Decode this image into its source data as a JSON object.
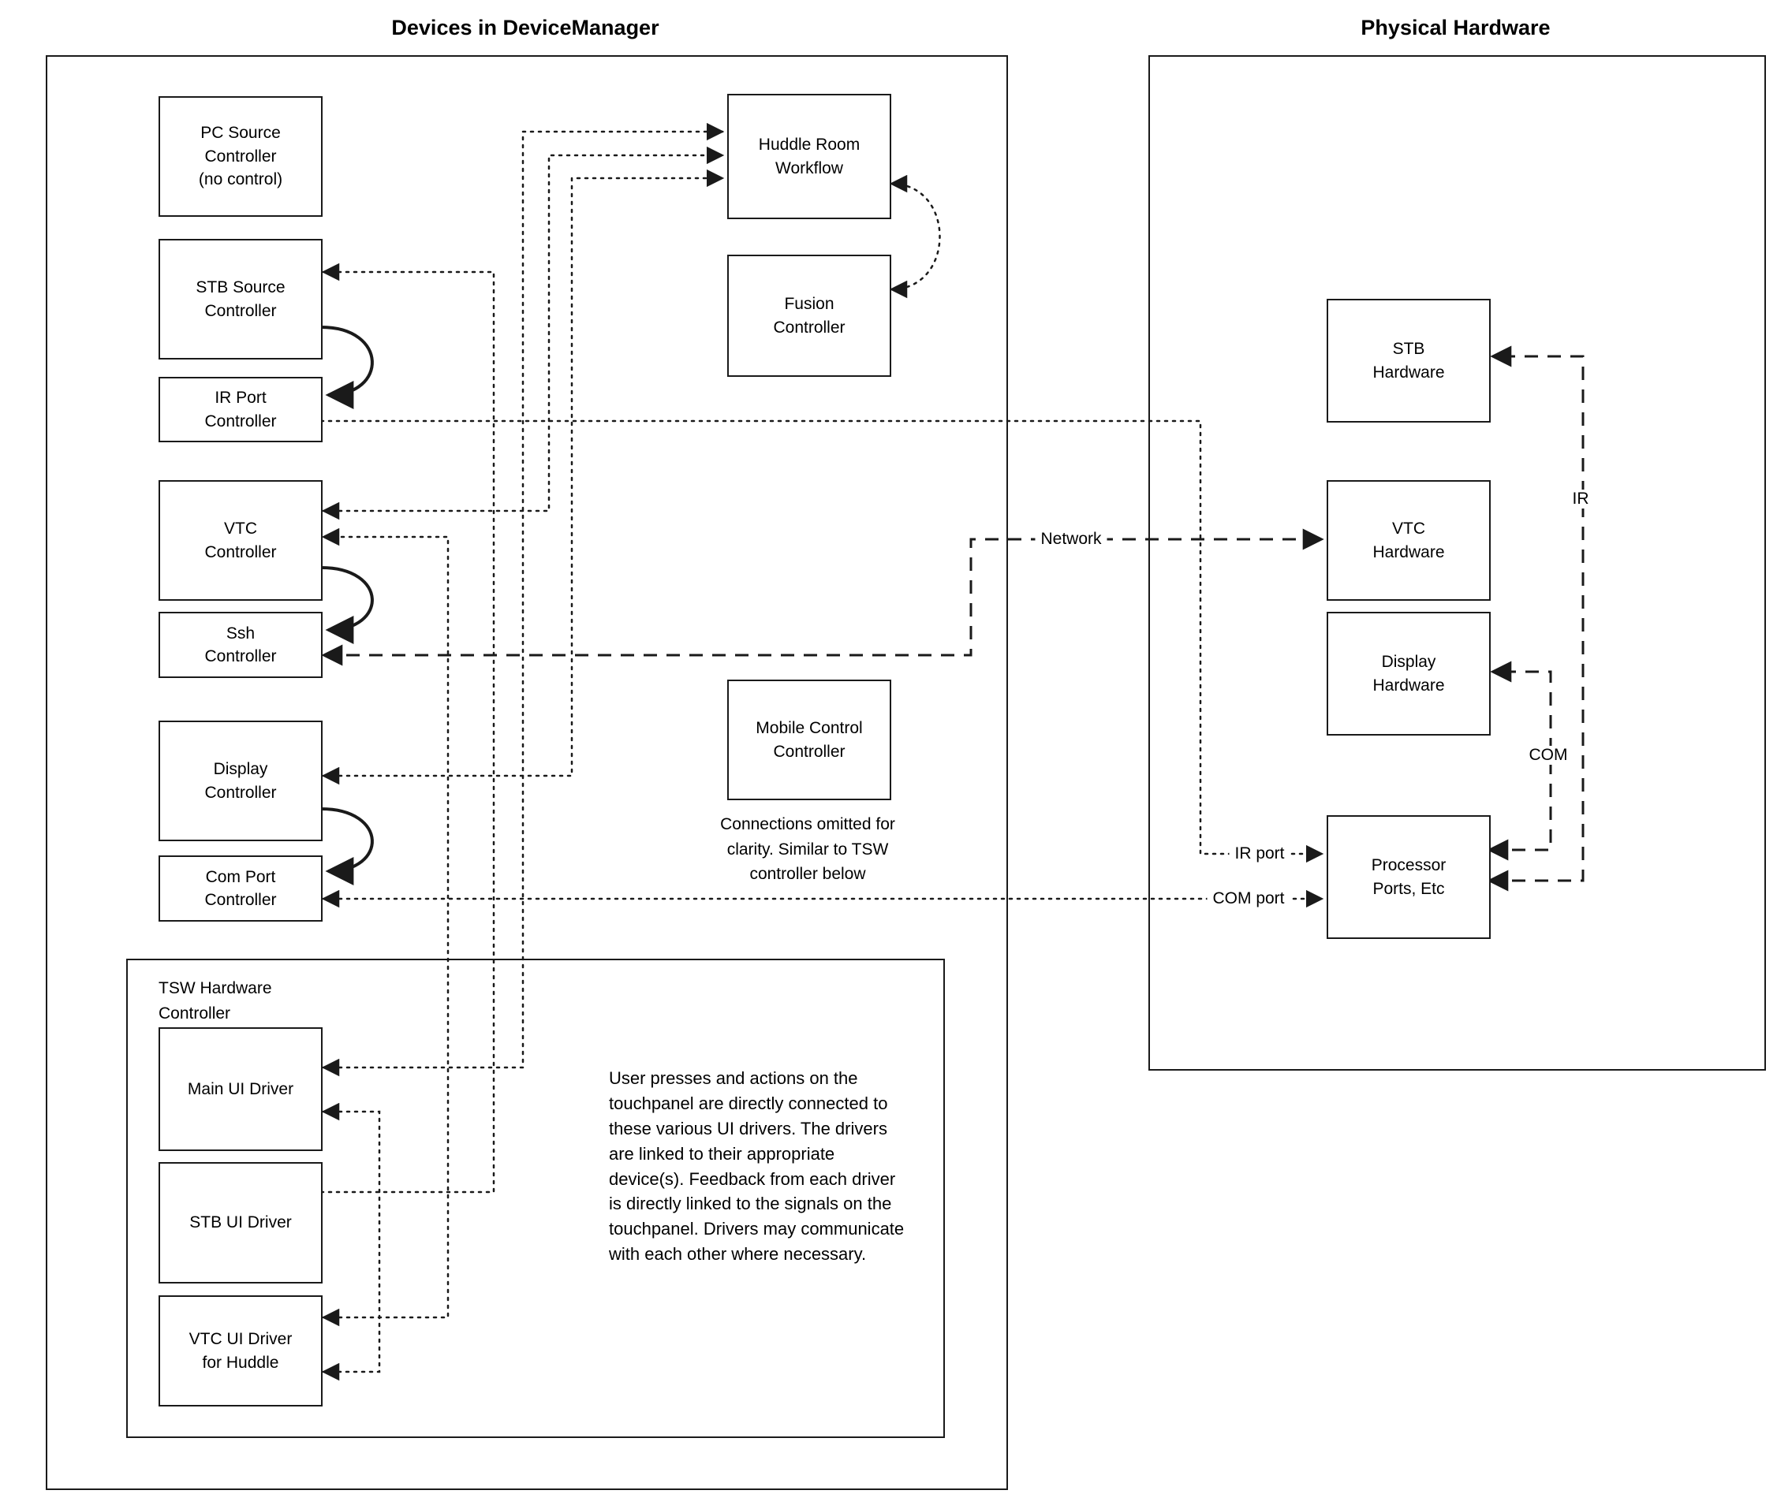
{
  "panels": {
    "device_manager": {
      "title": "Devices in DeviceManager",
      "boxes": {
        "pc_source": "PC Source\nController\n(no control)",
        "stb_source": "STB Source\nController",
        "ir_port": "IR Port\nController",
        "vtc": "VTC\nController",
        "ssh": "Ssh\nController",
        "display": "Display\nController",
        "com_port": "Com Port\nController",
        "huddle": "Huddle Room\nWorkflow",
        "fusion": "Fusion\nController",
        "mobile": "Mobile Control\nController"
      },
      "mobile_note": "Connections omitted for\nclarity. Similar to TSW\ncontroller below",
      "tsw": {
        "label": "TSW Hardware\nController",
        "boxes": {
          "main_ui": "Main UI Driver",
          "stb_ui": "STB UI Driver",
          "vtc_ui": "VTC UI Driver\nfor Huddle"
        },
        "note": "User presses and actions on the touchpanel are directly connected to these various UI drivers.  The drivers are linked to their appropriate device(s). Feedback from each driver is directly linked to the signals on the touchpanel. Drivers may communicate with each other where necessary."
      }
    },
    "physical_hardware": {
      "title": "Physical Hardware",
      "boxes": {
        "stb_hw": "STB\nHardware",
        "vtc_hw": "VTC\nHardware",
        "display_hw": "Display\nHardware",
        "processor": "Processor\nPorts, Etc"
      }
    }
  },
  "edge_labels": {
    "network": "Network",
    "ir": "IR",
    "com": "COM",
    "ir_port": "IR port",
    "com_port": "COM port"
  },
  "colors": {
    "line": "#1a1a1a",
    "background": "#ffffff"
  }
}
